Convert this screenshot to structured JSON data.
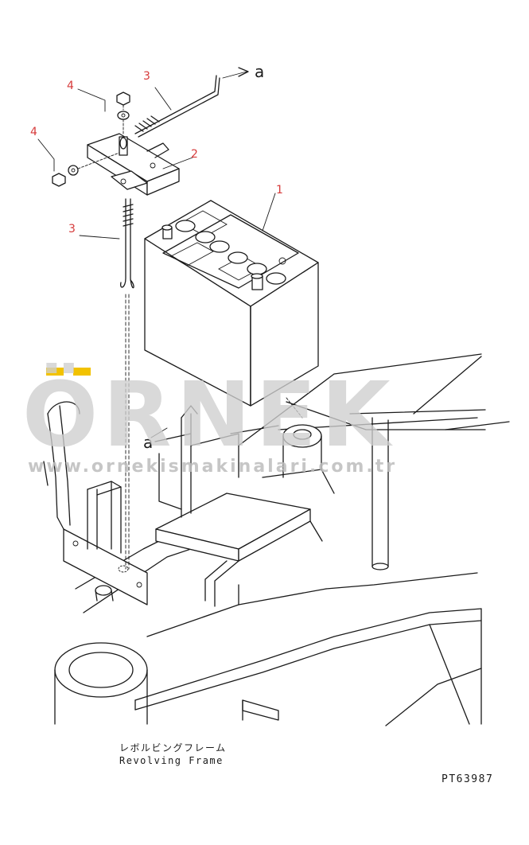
{
  "diagram": {
    "callouts": {
      "battery": "1",
      "bracket": "2",
      "rod_upper": "3",
      "rod_lower": "3",
      "nut_upper": "4",
      "nut_left": "4"
    },
    "connection_letter": "a",
    "connection_letter_lower": "a",
    "frame_label_jp": "レボルビングフレーム",
    "frame_label_en": "Revolving Frame",
    "part_code": "PT63987"
  },
  "watermark": {
    "brand": "ÖRNEK",
    "url": "www.ornekismakinalari.com.tr",
    "accent_color": "#f2c200"
  },
  "colors": {
    "ink": "#1a1a1a",
    "callout": "#d63a3a",
    "watermark": "#cfcfcf"
  }
}
